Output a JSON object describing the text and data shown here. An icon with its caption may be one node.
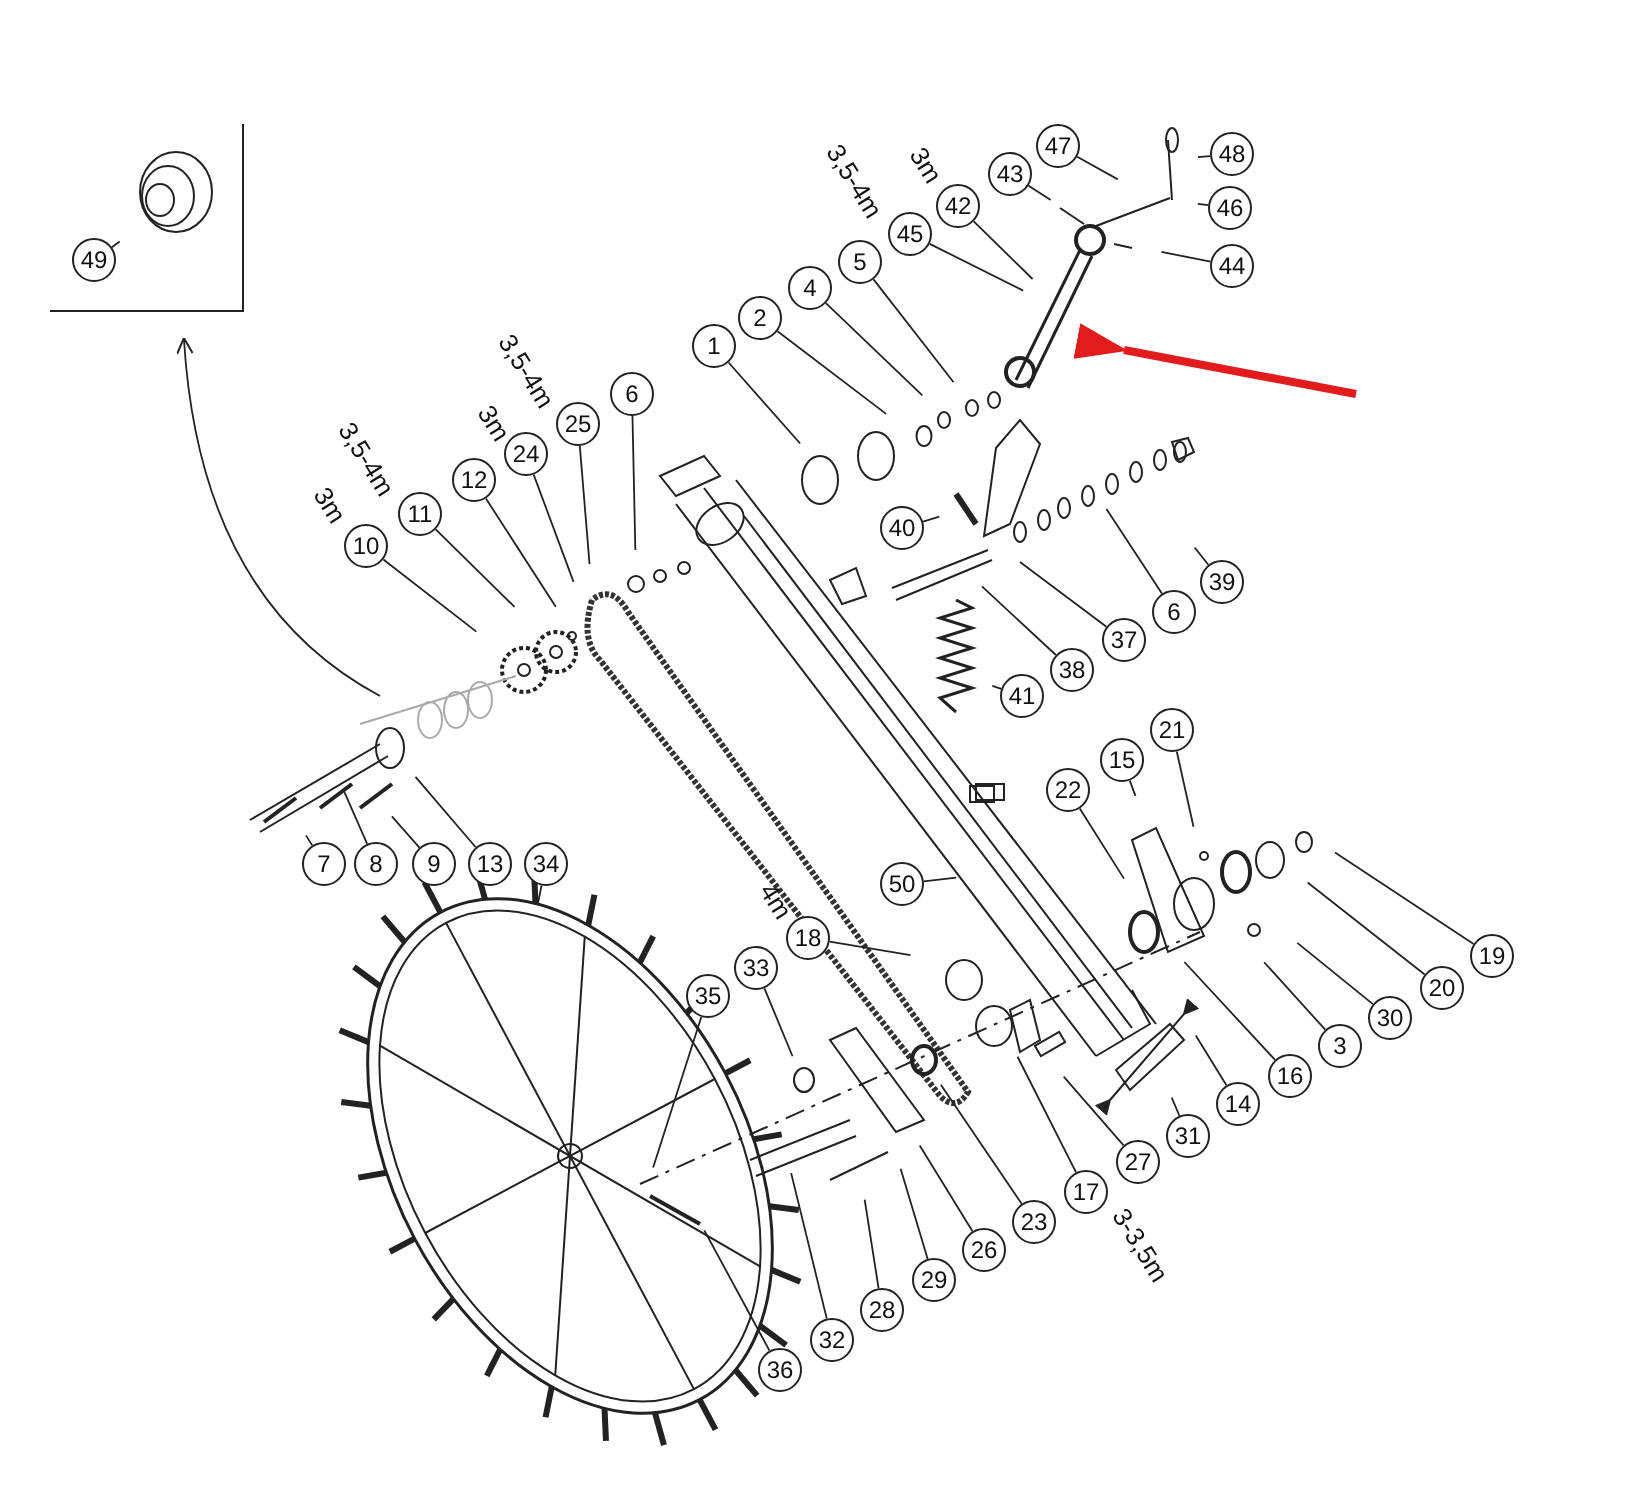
{
  "diagram": {
    "nodes": [
      {
        "text": [],
        "shape": "box"
      },
      {
        "text": [
          "49"
        ],
        "in": 0
      },
      {
        "text": [
          "47"
        ]
      },
      {
        "text": [
          "48"
        ]
      },
      {
        "text": [
          "43"
        ]
      },
      {
        "text": [
          "42"
        ]
      },
      {
        "text": [
          "46"
        ]
      },
      {
        "text": [
          "45"
        ]
      },
      {
        "text": [
          "5"
        ]
      },
      {
        "text": [
          "44"
        ]
      },
      {
        "text": [
          "4"
        ]
      },
      {
        "text": [
          "2"
        ]
      },
      {
        "text": [
          "1"
        ]
      },
      {
        "text": [
          "6"
        ]
      },
      {
        "text": [
          "25"
        ]
      },
      {
        "text": [
          "24"
        ]
      },
      {
        "text": [
          "12"
        ]
      },
      {
        "text": [
          "11"
        ]
      },
      {
        "text": [
          "40"
        ]
      },
      {
        "text": [
          "10"
        ]
      },
      {
        "text": [
          "39"
        ]
      },
      {
        "text": [
          "6"
        ]
      },
      {
        "text": [
          "37"
        ]
      },
      {
        "text": [
          "38"
        ]
      },
      {
        "text": [
          "41"
        ]
      },
      {
        "text": [
          "21"
        ]
      },
      {
        "text": [
          "15"
        ]
      },
      {
        "text": [
          "22"
        ]
      },
      {
        "text": [
          "7"
        ]
      },
      {
        "text": [
          "8"
        ]
      },
      {
        "text": [
          "9"
        ]
      },
      {
        "text": [
          "13"
        ]
      },
      {
        "text": [
          "34"
        ]
      },
      {
        "text": [
          "50"
        ]
      },
      {
        "text": [
          "18"
        ]
      },
      {
        "text": [
          "19"
        ]
      },
      {
        "text": [
          "33"
        ]
      },
      {
        "text": [
          "20"
        ]
      },
      {
        "text": [
          "35"
        ]
      },
      {
        "text": [
          "30"
        ]
      },
      {
        "text": [
          "3"
        ]
      },
      {
        "text": [
          "16"
        ]
      },
      {
        "text": [
          "14"
        ]
      },
      {
        "text": [
          "31"
        ]
      },
      {
        "text": [
          "27"
        ]
      },
      {
        "text": [
          "17"
        ]
      },
      {
        "text": [
          "23"
        ]
      },
      {
        "text": [
          "26"
        ]
      },
      {
        "text": [
          "29"
        ]
      },
      {
        "text": [
          "28"
        ]
      },
      {
        "text": [
          "32"
        ]
      },
      {
        "text": [
          "36"
        ]
      }
    ],
    "edges": [
      {
        "from": 1,
        "to": null,
        "arrow": "none"
      },
      {
        "from": 2,
        "to": null,
        "arrow": "none"
      },
      {
        "from": 3,
        "to": null,
        "arrow": "none"
      },
      {
        "from": 4,
        "to": null,
        "arrow": "none"
      },
      {
        "from": 5,
        "to": null,
        "arrow": "none"
      },
      {
        "from": 6,
        "to": null,
        "arrow": "none"
      },
      {
        "from": 7,
        "to": null,
        "arrow": "none"
      },
      {
        "from": 8,
        "to": null,
        "arrow": "none"
      },
      {
        "from": 9,
        "to": null,
        "arrow": "none"
      },
      {
        "from": 10,
        "to": null,
        "arrow": "none"
      },
      {
        "from": 11,
        "to": null,
        "arrow": "none"
      },
      {
        "from": 12,
        "to": null,
        "arrow": "none"
      },
      {
        "from": 13,
        "to": null,
        "arrow": "none"
      },
      {
        "from": 14,
        "to": null,
        "arrow": "none"
      },
      {
        "from": 15,
        "to": null,
        "arrow": "none"
      },
      {
        "from": 16,
        "to": null,
        "arrow": "none"
      },
      {
        "from": 17,
        "to": null,
        "arrow": "none"
      },
      {
        "from": 18,
        "to": null,
        "arrow": "none"
      },
      {
        "from": 19,
        "to": null,
        "arrow": "none"
      },
      {
        "from": 20,
        "to": null,
        "arrow": "none"
      },
      {
        "from": 21,
        "to": null,
        "arrow": "none"
      },
      {
        "from": 22,
        "to": null,
        "arrow": "none"
      },
      {
        "from": 23,
        "to": null,
        "arrow": "none"
      },
      {
        "from": 24,
        "to": null,
        "arrow": "none"
      },
      {
        "from": 25,
        "to": null,
        "arrow": "none"
      },
      {
        "from": 26,
        "to": null,
        "arrow": "none"
      },
      {
        "from": 27,
        "to": null,
        "arrow": "none"
      },
      {
        "from": 28,
        "to": null,
        "arrow": "none"
      },
      {
        "from": 29,
        "to": null,
        "arrow": "none"
      },
      {
        "from": 30,
        "to": null,
        "arrow": "none"
      },
      {
        "from": 31,
        "to": null,
        "arrow": "none"
      },
      {
        "from": 32,
        "to": null,
        "arrow": "none"
      },
      {
        "from": 33,
        "to": null,
        "arrow": "none"
      },
      {
        "from": 34,
        "to": null,
        "arrow": "none"
      },
      {
        "from": 35,
        "to": null,
        "arrow": "none"
      },
      {
        "from": 36,
        "to": null,
        "arrow": "none"
      },
      {
        "from": 37,
        "to": null,
        "arrow": "none"
      },
      {
        "from": 38,
        "to": null,
        "arrow": "none"
      },
      {
        "from": 39,
        "to": null,
        "arrow": "none"
      },
      {
        "from": 40,
        "to": null,
        "arrow": "none"
      },
      {
        "from": 41,
        "to": null,
        "arrow": "none"
      },
      {
        "from": 42,
        "to": null,
        "arrow": "none"
      },
      {
        "from": 43,
        "to": null,
        "arrow": "none"
      },
      {
        "from": 44,
        "to": null,
        "arrow": "none"
      },
      {
        "from": 45,
        "to": null,
        "arrow": "none"
      },
      {
        "from": 46,
        "to": null,
        "arrow": "none"
      },
      {
        "from": 47,
        "to": null,
        "arrow": "none"
      },
      {
        "from": 48,
        "to": null,
        "arrow": "none"
      },
      {
        "from": 49,
        "to": null,
        "arrow": "none"
      },
      {
        "from": 50,
        "to": null,
        "arrow": "none"
      },
      {
        "from": 51,
        "to": null,
        "arrow": "none"
      },
      {
        "from": null,
        "to": 0,
        "arrow": "to"
      }
    ],
    "labels": [
      "3,5-4m",
      "3m",
      "3,5-4m",
      "3m",
      "3,5-4m",
      "3m",
      "4m",
      "3-3,5m"
    ]
  }
}
